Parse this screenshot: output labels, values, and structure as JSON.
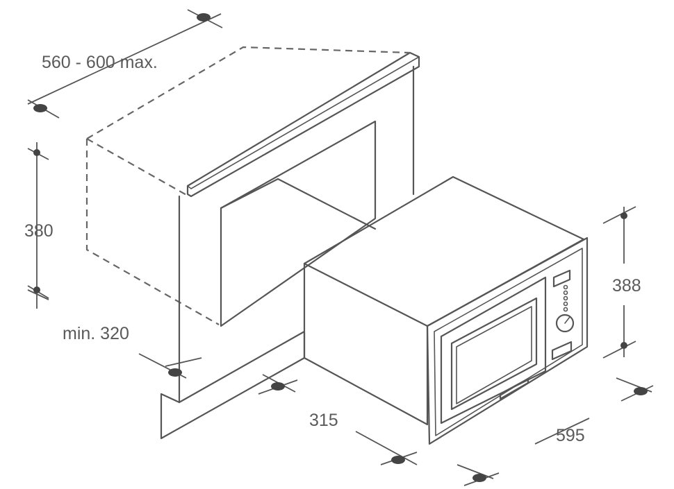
{
  "dimensions": {
    "cabinet_width": "560 - 600 max.",
    "cabinet_height": "380",
    "cabinet_depth": "min. 320",
    "appliance_depth": "315",
    "appliance_width": "595",
    "appliance_height": "388"
  },
  "colors": {
    "line": "#555555",
    "text": "#5a5a5a",
    "background": "#ffffff"
  }
}
